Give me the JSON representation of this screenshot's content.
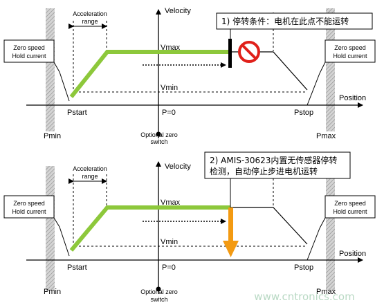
{
  "colors": {
    "profile": "#8dc83b",
    "stop_arrow": "#f39a12",
    "wall": "#c8c8c8",
    "forbidden": "#e0201a",
    "watermark": "#b9d9c4"
  },
  "icons": {
    "forbidden": "no-entry-icon",
    "stall_arrow": "arrow-down-icon"
  },
  "panels": [
    {
      "velocity_label": "Velocity",
      "position_label": "Position",
      "accel_label_line1": "Acceleration",
      "accel_label_line2": "range",
      "vmax": "Vmax",
      "vmin": "Vmin",
      "pstart": "Pstart",
      "pstop": "Pstop",
      "p0": "P=0",
      "pmin": "Pmin",
      "pmax": "Pmax",
      "hold_left_line1": "Zero speed",
      "hold_left_line2": "Hold current",
      "hold_right_line1": "Zero speed",
      "hold_right_line2": "Hold current",
      "switch_line1": "Optional zero",
      "switch_line2": "switch",
      "callout_line1": "1) 停转条件：电机在此点不能运转",
      "callout_line2": ""
    },
    {
      "velocity_label": "Velocity",
      "position_label": "Position",
      "accel_label_line1": "Acceleration",
      "accel_label_line2": "range",
      "vmax": "Vmax",
      "vmin": "Vmin",
      "pstart": "Pstart",
      "pstop": "Pstop",
      "p0": "P=0",
      "pmin": "Pmin",
      "pmax": "Pmax",
      "hold_left_line1": "Zero speed",
      "hold_left_line2": "Hold current",
      "hold_right_line1": "Zero speed",
      "hold_right_line2": "Hold current",
      "switch_line1": "Optional zero",
      "switch_line2": "switch",
      "callout_line1": "2) AMIS-30623内置无传感器停转",
      "callout_line2": "检测，自动停止步进电机运转"
    }
  ],
  "watermark": "www.cntronics.com"
}
